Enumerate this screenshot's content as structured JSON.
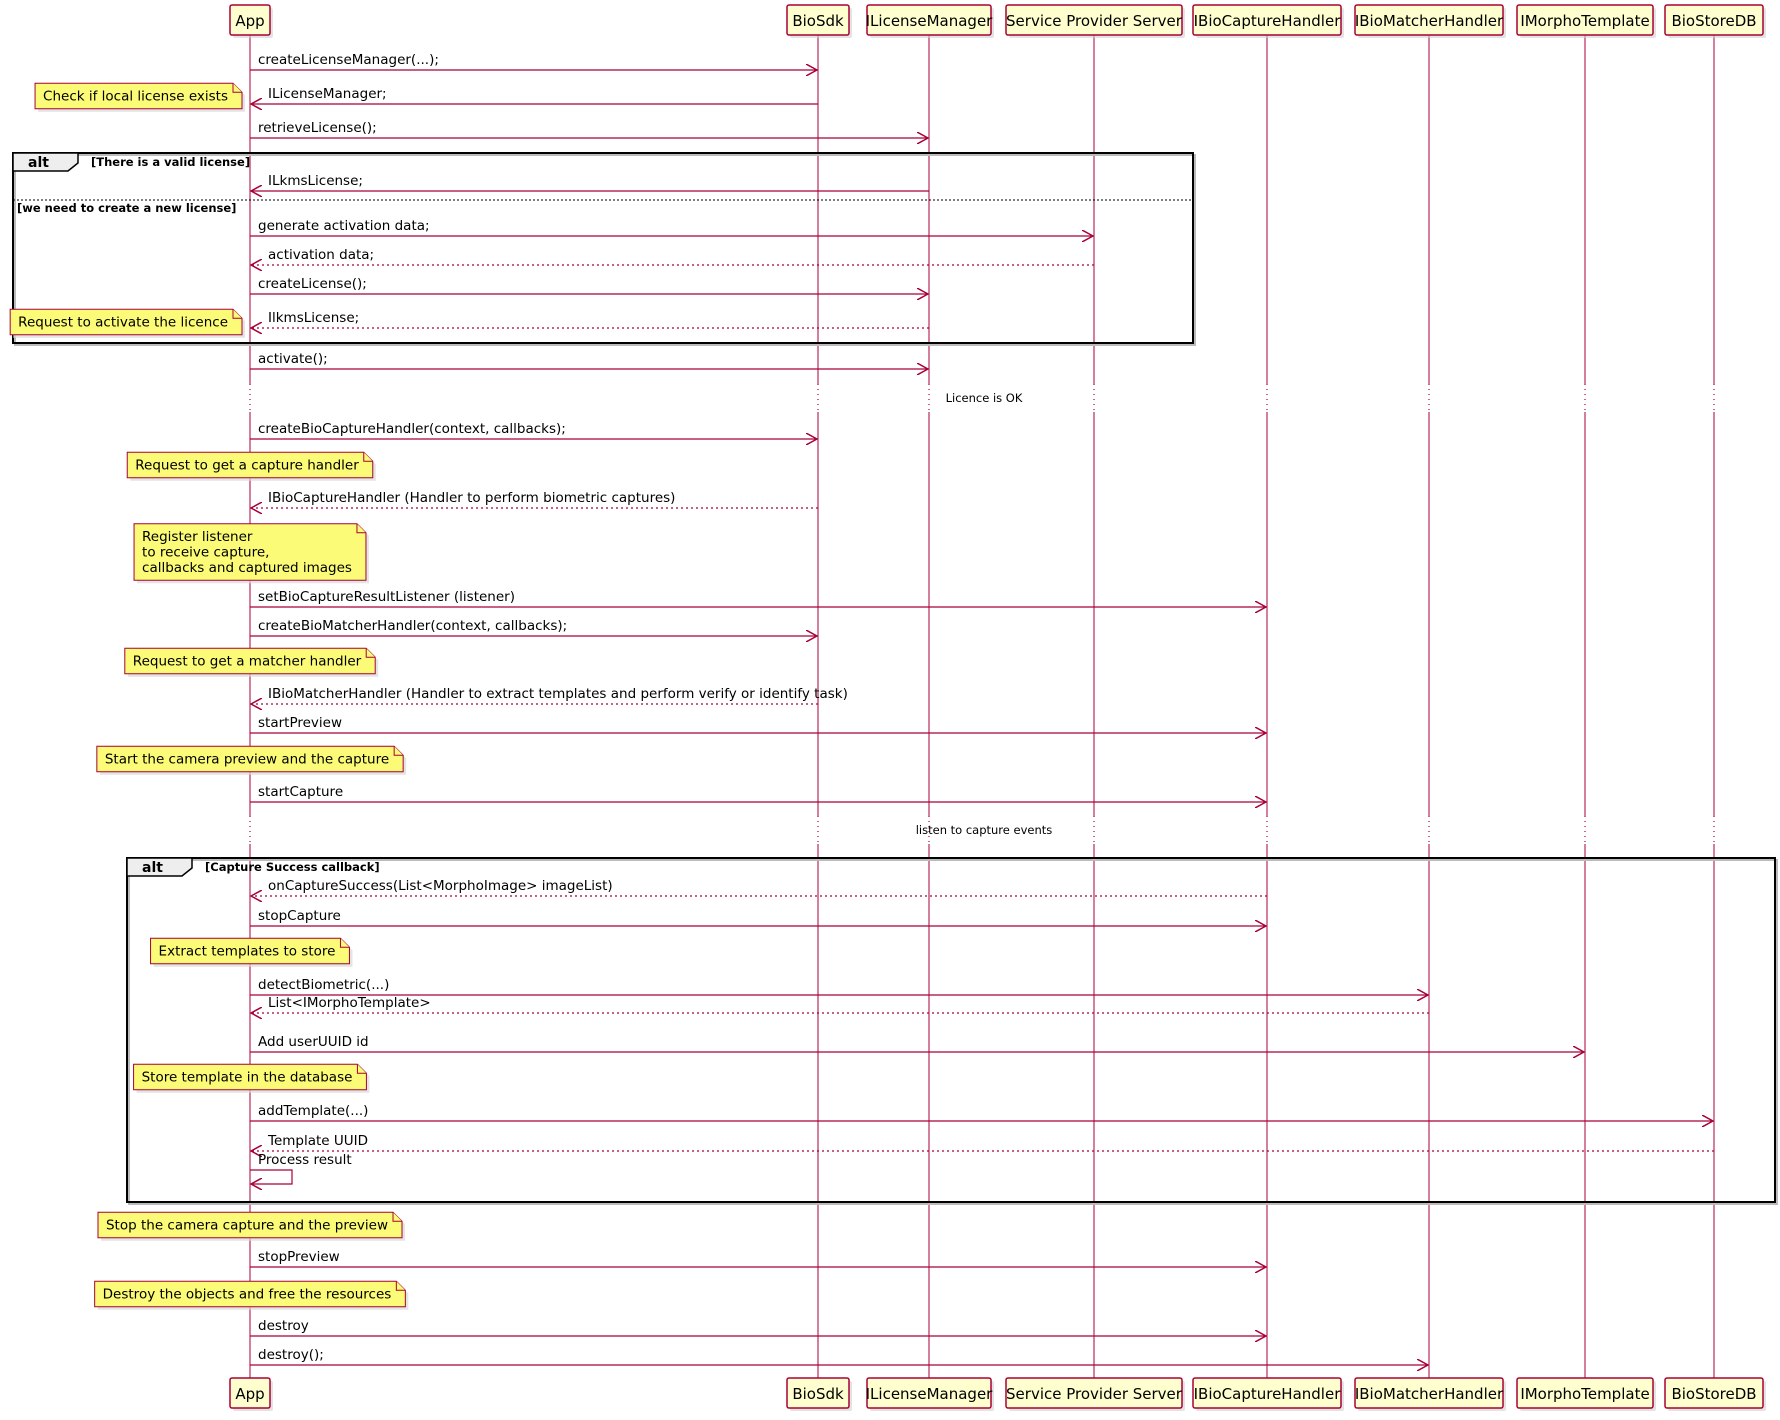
{
  "participants": [
    {
      "id": "app",
      "label": "App"
    },
    {
      "id": "biosdk",
      "label": "BioSdk"
    },
    {
      "id": "ilm",
      "label": "ILicenseManager"
    },
    {
      "id": "sps",
      "label": "Service Provider Server"
    },
    {
      "id": "ibch",
      "label": "IBioCaptureHandler"
    },
    {
      "id": "ibmh",
      "label": "IBioMatcherHandler"
    },
    {
      "id": "imt",
      "label": "IMorphoTemplate"
    },
    {
      "id": "bsdb",
      "label": "BioStoreDB"
    }
  ],
  "events": [
    {
      "kind": "msg",
      "from": "app",
      "to": "biosdk",
      "label": "createLicenseManager(...);",
      "dashed": false
    },
    {
      "kind": "msg",
      "from": "biosdk",
      "to": "app",
      "label": "ILicenseManager;",
      "dashed": false
    },
    {
      "kind": "note",
      "at": "app",
      "side": "left",
      "lines": [
        "Check if local license exists"
      ]
    },
    {
      "kind": "msg",
      "from": "app",
      "to": "ilm",
      "label": "retrieveLicense();",
      "dashed": false
    },
    {
      "kind": "alt_start",
      "label": "alt",
      "condition": "[There is a valid license]"
    },
    {
      "kind": "msg",
      "from": "ilm",
      "to": "app",
      "label": "ILkmsLicense;",
      "dashed": false
    },
    {
      "kind": "alt_else",
      "condition": "[we need to create a new license]"
    },
    {
      "kind": "msg",
      "from": "app",
      "to": "sps",
      "label": "generate activation data;",
      "dashed": false
    },
    {
      "kind": "msg",
      "from": "sps",
      "to": "app",
      "label": "activation data;",
      "dashed": true
    },
    {
      "kind": "msg",
      "from": "app",
      "to": "ilm",
      "label": "createLicense();",
      "dashed": false
    },
    {
      "kind": "msg",
      "from": "ilm",
      "to": "app",
      "label": "IlkmsLicense;",
      "dashed": true
    },
    {
      "kind": "note",
      "at": "app",
      "side": "left",
      "lines": [
        "Request to activate the licence"
      ]
    },
    {
      "kind": "alt_end"
    },
    {
      "kind": "msg",
      "from": "app",
      "to": "ilm",
      "label": "activate();",
      "dashed": false
    },
    {
      "kind": "delay",
      "label": "Licence is OK"
    },
    {
      "kind": "msg",
      "from": "app",
      "to": "biosdk",
      "label": "createBioCaptureHandler(context, callbacks);",
      "dashed": false
    },
    {
      "kind": "note",
      "at": "app",
      "side": "over",
      "lines": [
        "Request to get a capture handler"
      ]
    },
    {
      "kind": "msg",
      "from": "biosdk",
      "to": "app",
      "label": "IBioCaptureHandler (Handler to perform biometric captures)",
      "dashed": true
    },
    {
      "kind": "note",
      "at": "app",
      "side": "over",
      "lines": [
        "Register listener",
        "to receive capture,",
        "callbacks and captured images"
      ]
    },
    {
      "kind": "msg",
      "from": "app",
      "to": "ibch",
      "label": "setBioCaptureResultListener (listener)",
      "dashed": false
    },
    {
      "kind": "msg",
      "from": "app",
      "to": "biosdk",
      "label": "createBioMatcherHandler(context, callbacks);",
      "dashed": false
    },
    {
      "kind": "note",
      "at": "app",
      "side": "over",
      "lines": [
        "Request to get a matcher handler"
      ]
    },
    {
      "kind": "msg",
      "from": "biosdk",
      "to": "app",
      "label": "IBioMatcherHandler (Handler to extract templates and perform verify or identify task)",
      "dashed": true
    },
    {
      "kind": "msg",
      "from": "app",
      "to": "ibch",
      "label": "startPreview",
      "dashed": false
    },
    {
      "kind": "note",
      "at": "app",
      "side": "over",
      "lines": [
        "Start the camera preview and the capture"
      ]
    },
    {
      "kind": "msg",
      "from": "app",
      "to": "ibch",
      "label": "startCapture",
      "dashed": false
    },
    {
      "kind": "delay",
      "label": "listen to capture events"
    },
    {
      "kind": "alt_start",
      "label": "alt",
      "condition": "[Capture Success callback]"
    },
    {
      "kind": "msg",
      "from": "ibch",
      "to": "app",
      "label": "onCaptureSuccess(List<MorphoImage> imageList)",
      "dashed": true
    },
    {
      "kind": "msg",
      "from": "app",
      "to": "ibch",
      "label": "stopCapture",
      "dashed": false
    },
    {
      "kind": "note",
      "at": "app",
      "side": "over",
      "lines": [
        "Extract templates to store"
      ]
    },
    {
      "kind": "msg",
      "from": "app",
      "to": "ibmh",
      "label": "detectBiometric(...)",
      "dashed": false
    },
    {
      "kind": "msg",
      "from": "ibmh",
      "to": "app",
      "label": "List<IMorphoTemplate>",
      "dashed": true
    },
    {
      "kind": "msg",
      "from": "app",
      "to": "imt",
      "label": "Add userUUID id",
      "dashed": false
    },
    {
      "kind": "note",
      "at": "app",
      "side": "over",
      "lines": [
        "Store template in the database"
      ]
    },
    {
      "kind": "msg",
      "from": "app",
      "to": "bsdb",
      "label": "addTemplate(...)",
      "dashed": false
    },
    {
      "kind": "msg",
      "from": "bsdb",
      "to": "app",
      "label": "Template UUID",
      "dashed": true
    },
    {
      "kind": "self",
      "at": "app",
      "label": "Process result"
    },
    {
      "kind": "alt_end"
    },
    {
      "kind": "note",
      "at": "app",
      "side": "over",
      "lines": [
        "Stop the camera capture and the preview"
      ]
    },
    {
      "kind": "msg",
      "from": "app",
      "to": "ibch",
      "label": "stopPreview",
      "dashed": false
    },
    {
      "kind": "note",
      "at": "app",
      "side": "over",
      "lines": [
        "Destroy the objects and free the resources"
      ]
    },
    {
      "kind": "msg",
      "from": "app",
      "to": "ibch",
      "label": "destroy",
      "dashed": false
    },
    {
      "kind": "msg",
      "from": "app",
      "to": "ibmh",
      "label": "destroy();",
      "dashed": false
    }
  ]
}
